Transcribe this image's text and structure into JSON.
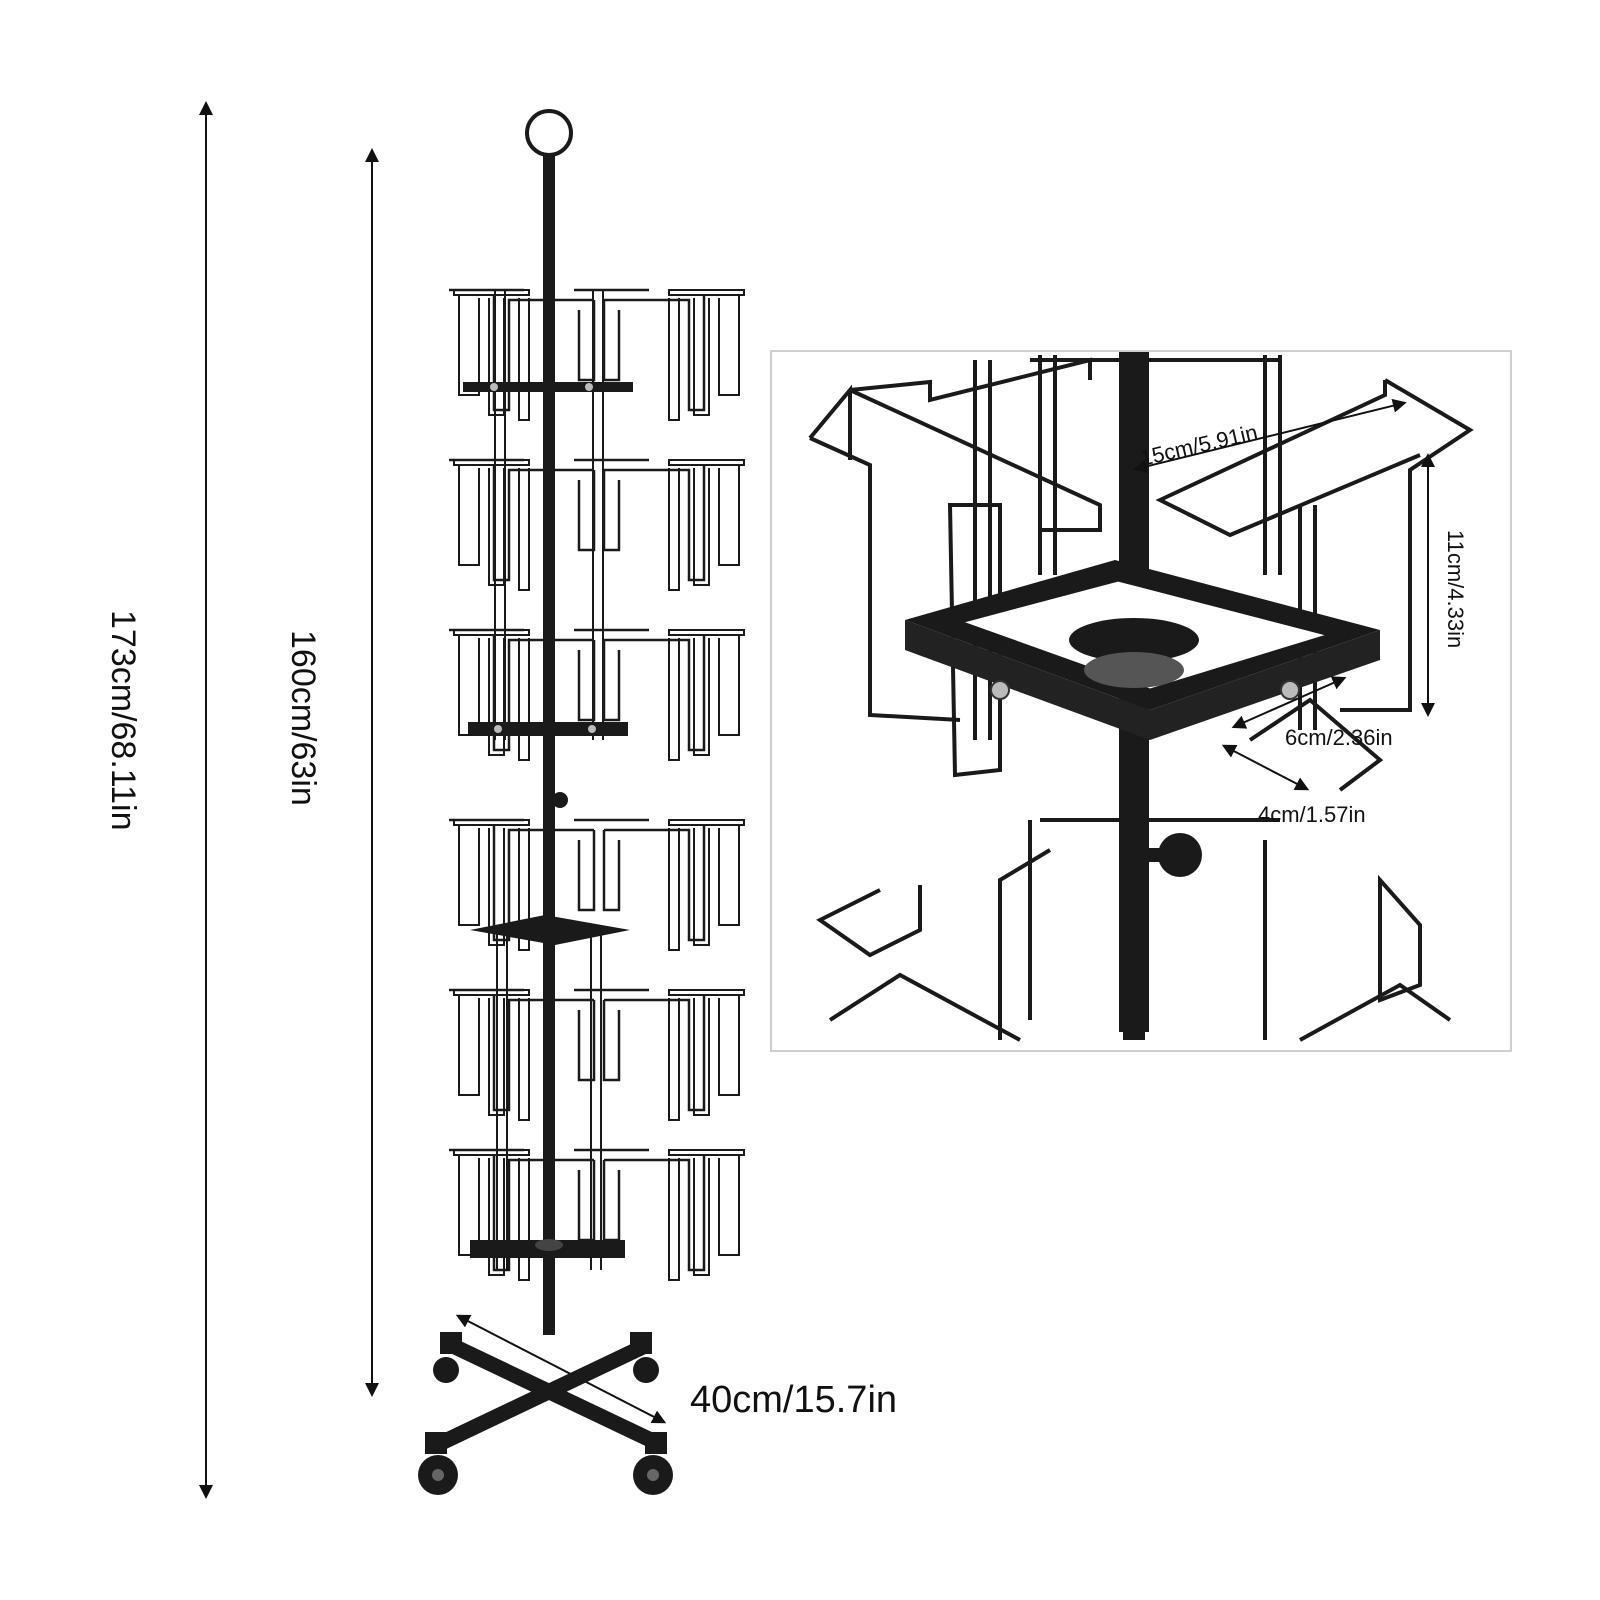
{
  "dimensions": {
    "total_height": "173cm/68.11in",
    "pole_height": "160cm/63in",
    "base_width": "40cm/15.7in"
  },
  "inset": {
    "pocket_width": "15cm/5.91in",
    "pocket_height": "11cm/4.33in",
    "pocket_depth": "6cm/2.36in",
    "bracket_width": "4cm/1.57in"
  },
  "colors": {
    "metal": "#1a1a1a",
    "inset_border": "#cfcfcf",
    "background": "#ffffff"
  }
}
